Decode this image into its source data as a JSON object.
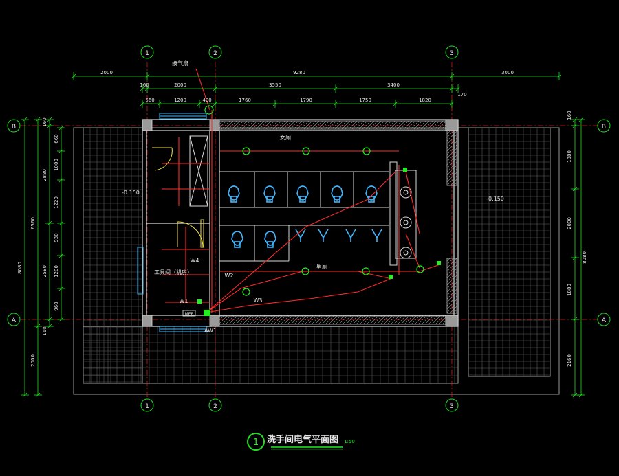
{
  "grid": {
    "col1": "1",
    "col2": "2",
    "col3": "3",
    "rowA": "A",
    "rowB": "B"
  },
  "dims_top": {
    "overall": [
      "2000",
      "9280",
      "3000"
    ],
    "detail": [
      "160",
      "2000",
      "3550",
      "3400",
      "170"
    ],
    "minor": [
      "560",
      "1200",
      "400",
      "1760",
      "1790",
      "1750",
      "1820"
    ]
  },
  "dims_left": {
    "outer": [
      "8080"
    ],
    "mid": [
      "6560",
      "2000"
    ],
    "inner": [
      "160",
      "2880",
      "2580",
      "160"
    ],
    "detail": [
      "660",
      "1000",
      "1220",
      "930",
      "1200",
      "960"
    ]
  },
  "dims_right": {
    "outer": [
      "8080"
    ],
    "inner": [
      "160",
      "1880",
      "2000",
      "1880",
      "2160"
    ]
  },
  "labels": {
    "vent_label": "换气扇",
    "women": "女厕",
    "men": "男厕",
    "tool_room": "工具间（机房）",
    "level_left": "-0.150",
    "level_right": "-0.150",
    "w1": "W1",
    "w2": "W2",
    "w3": "W3",
    "w4": "W4",
    "aw1": "AW1",
    "meb": "MEB"
  },
  "title": {
    "number": "1",
    "text": "洗手间电气平面图",
    "scale": "1:50"
  },
  "colors": {
    "background": "#000000",
    "grid_line": "#8c8c8c",
    "dimension": "#22dd22",
    "wall": "#d8d8d8",
    "wiring": "#ff2a2a",
    "fixture": "#3fb7ff",
    "text": "#e6e6e6",
    "door": "#f2e04a"
  }
}
